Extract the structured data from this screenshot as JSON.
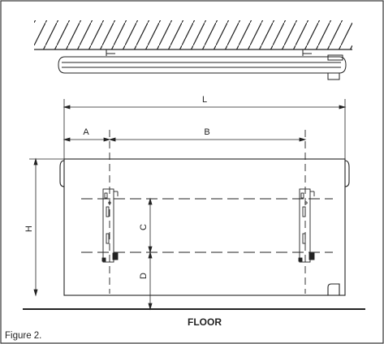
{
  "figure": {
    "caption": "Figure 2.",
    "floor_label": "FLOOR",
    "dimensions": {
      "L": "L",
      "A": "A",
      "B": "B",
      "H": "H",
      "C": "C",
      "D": "D"
    }
  },
  "colors": {
    "line": "#222222",
    "frame": "#333333",
    "background": "#ffffff"
  }
}
